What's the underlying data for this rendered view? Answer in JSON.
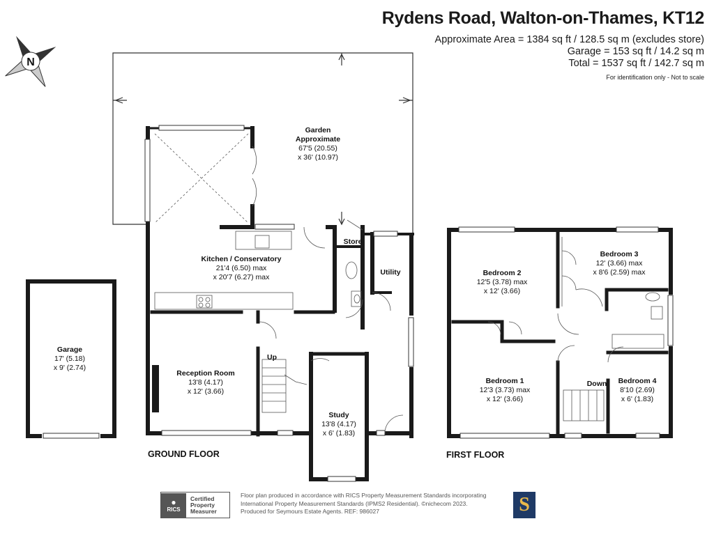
{
  "header": {
    "title": "Rydens Road, Walton-on-Thames, KT12",
    "area_lines": [
      "Approximate Area = 1384 sq ft / 128.5 sq m (excludes store)",
      "Garage = 153 sq ft / 14.2 sq m",
      "Total = 1537 sq ft / 142.7 sq m"
    ],
    "disclaimer": "For identification only - Not to scale"
  },
  "compass": {
    "letter": "N",
    "icon": "compass-north-icon"
  },
  "rooms": {
    "garden": {
      "name1": "Garden",
      "name2": "Approximate",
      "dim1": "67'5 (20.55)",
      "dim2": "x 36' (10.97)"
    },
    "kitchen": {
      "name": "Kitchen / Conservatory",
      "dim1": "21'4 (6.50) max",
      "dim2": "x 20'7 (6.27) max"
    },
    "store": {
      "name": "Store"
    },
    "utility": {
      "name": "Utility"
    },
    "garage": {
      "name": "Garage",
      "dim1": "17' (5.18)",
      "dim2": "x 9' (2.74)"
    },
    "reception": {
      "name": "Reception Room",
      "dim1": "13'8 (4.17)",
      "dim2": "x 12' (3.66)"
    },
    "study": {
      "name": "Study",
      "dim1": "13'8 (4.17)",
      "dim2": "x 6' (1.83)"
    },
    "bedroom2": {
      "name": "Bedroom 2",
      "dim1": "12'5 (3.78) max",
      "dim2": "x 12' (3.66)"
    },
    "bedroom3": {
      "name": "Bedroom 3",
      "dim1": "12' (3.66) max",
      "dim2": "x 8'6 (2.59) max"
    },
    "bedroom1": {
      "name": "Bedroom 1",
      "dim1": "12'3 (3.73) max",
      "dim2": "x 12' (3.66)"
    },
    "bedroom4": {
      "name": "Bedroom 4",
      "dim1": "8'10 (2.69)",
      "dim2": "x 6' (1.83)"
    }
  },
  "stairs": {
    "up": "Up",
    "down": "Down"
  },
  "floors": {
    "ground": "GROUND FLOOR",
    "first": "FIRST FLOOR"
  },
  "footer": {
    "rics_logo": "RICS",
    "rics_text": [
      "Certified",
      "Property",
      "Measurer"
    ],
    "lines": [
      "Floor plan produced in accordance with RICS Property Measurement Standards incorporating",
      "International Property Measurement Standards (IPMS2 Residential). ©nichecom 2023.",
      "Produced for Seymours Estate Agents.   REF: 986027"
    ],
    "agent_logo_letter": "S"
  },
  "colors": {
    "wall": "#1a1a1a",
    "line": "#333333",
    "agent_navy": "#1f3a66",
    "agent_gold": "#e9b84a"
  }
}
